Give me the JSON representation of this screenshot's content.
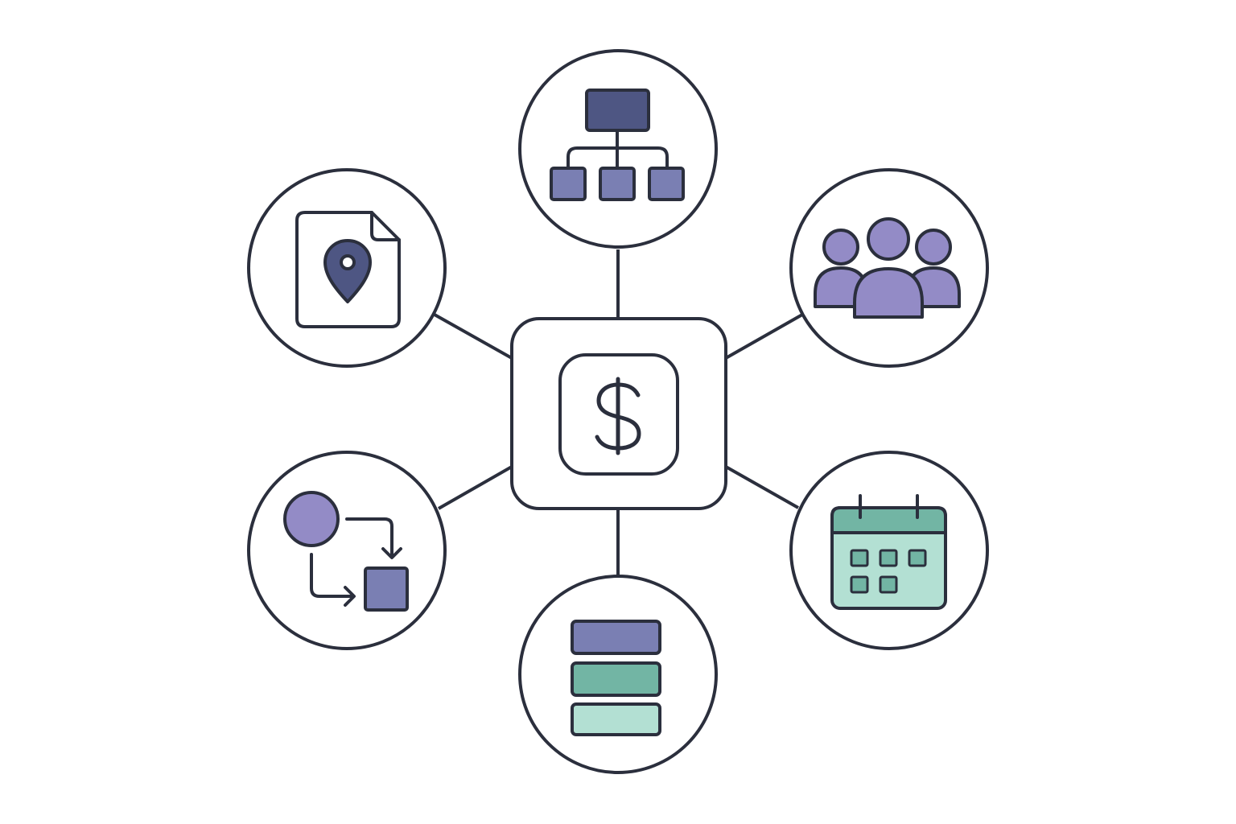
{
  "diagram": {
    "hub": {
      "icon": "dollar-sign-icon",
      "glyph": "$"
    },
    "nodes": [
      {
        "id": "hierarchy",
        "icon": "org-chart-icon"
      },
      {
        "id": "team",
        "icon": "people-group-icon"
      },
      {
        "id": "schedule",
        "icon": "calendar-icon"
      },
      {
        "id": "stack",
        "icon": "stacked-layers-icon"
      },
      {
        "id": "workflow",
        "icon": "process-flow-icon"
      },
      {
        "id": "location",
        "icon": "location-document-icon"
      }
    ],
    "edges": [
      {
        "from": "hub",
        "to": "hierarchy"
      },
      {
        "from": "hub",
        "to": "team"
      },
      {
        "from": "hub",
        "to": "schedule"
      },
      {
        "from": "hub",
        "to": "stack"
      },
      {
        "from": "hub",
        "to": "workflow"
      },
      {
        "from": "hub",
        "to": "location"
      }
    ]
  },
  "colors": {
    "outline": "#2b2f3d",
    "navy": "#4e5683",
    "slate": "#7a7fb3",
    "lavender": "#938bc6",
    "teal": "#72b5a4",
    "mint": "#b3e0d3",
    "background": "#ffffff"
  }
}
